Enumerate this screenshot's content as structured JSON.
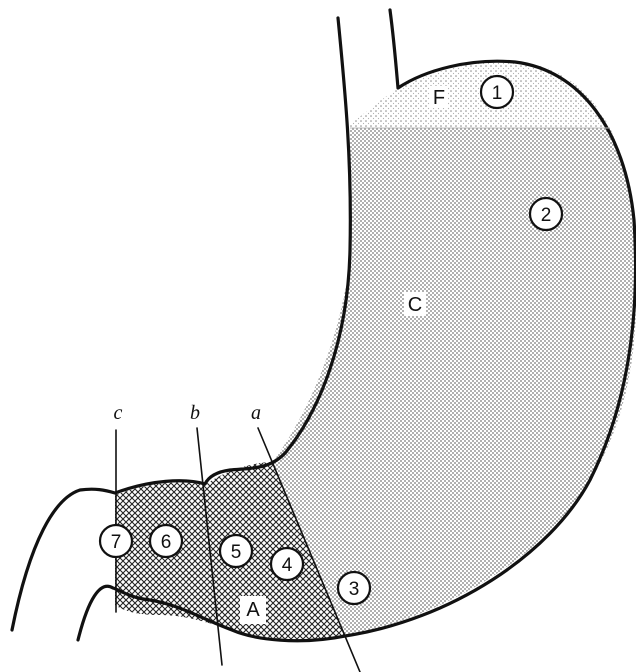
{
  "regions": {
    "fundus": "F",
    "corpus": "C",
    "antrum": "A"
  },
  "lines": {
    "a": "a",
    "b": "b",
    "c": "c"
  },
  "sites": [
    "1",
    "2",
    "3",
    "4",
    "5",
    "6",
    "7"
  ],
  "colors": {
    "outline": "#111111",
    "fundus_fill": "#f3f3f3",
    "corpus_fill": "#e6e6e6",
    "antrum_fill": "#d8d8d8",
    "background": "#ffffff"
  }
}
